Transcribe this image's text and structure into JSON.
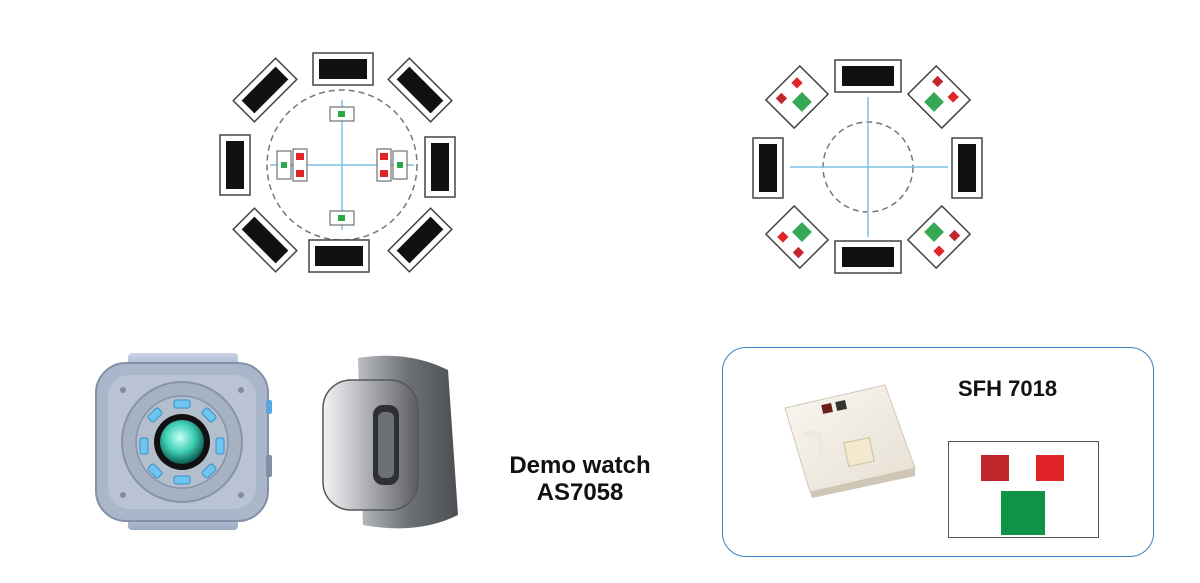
{
  "demo_label": {
    "line1": "Demo watch",
    "line2": "AS7058"
  },
  "sensor_box": {
    "title": "SFH 7018"
  },
  "colors": {
    "led_red": "#e02428",
    "led_dark_red": "#c1272d",
    "photodiode_green": "#0f9447",
    "axis_blue": "#6fb7e0",
    "box_border": "#3b82c4"
  }
}
